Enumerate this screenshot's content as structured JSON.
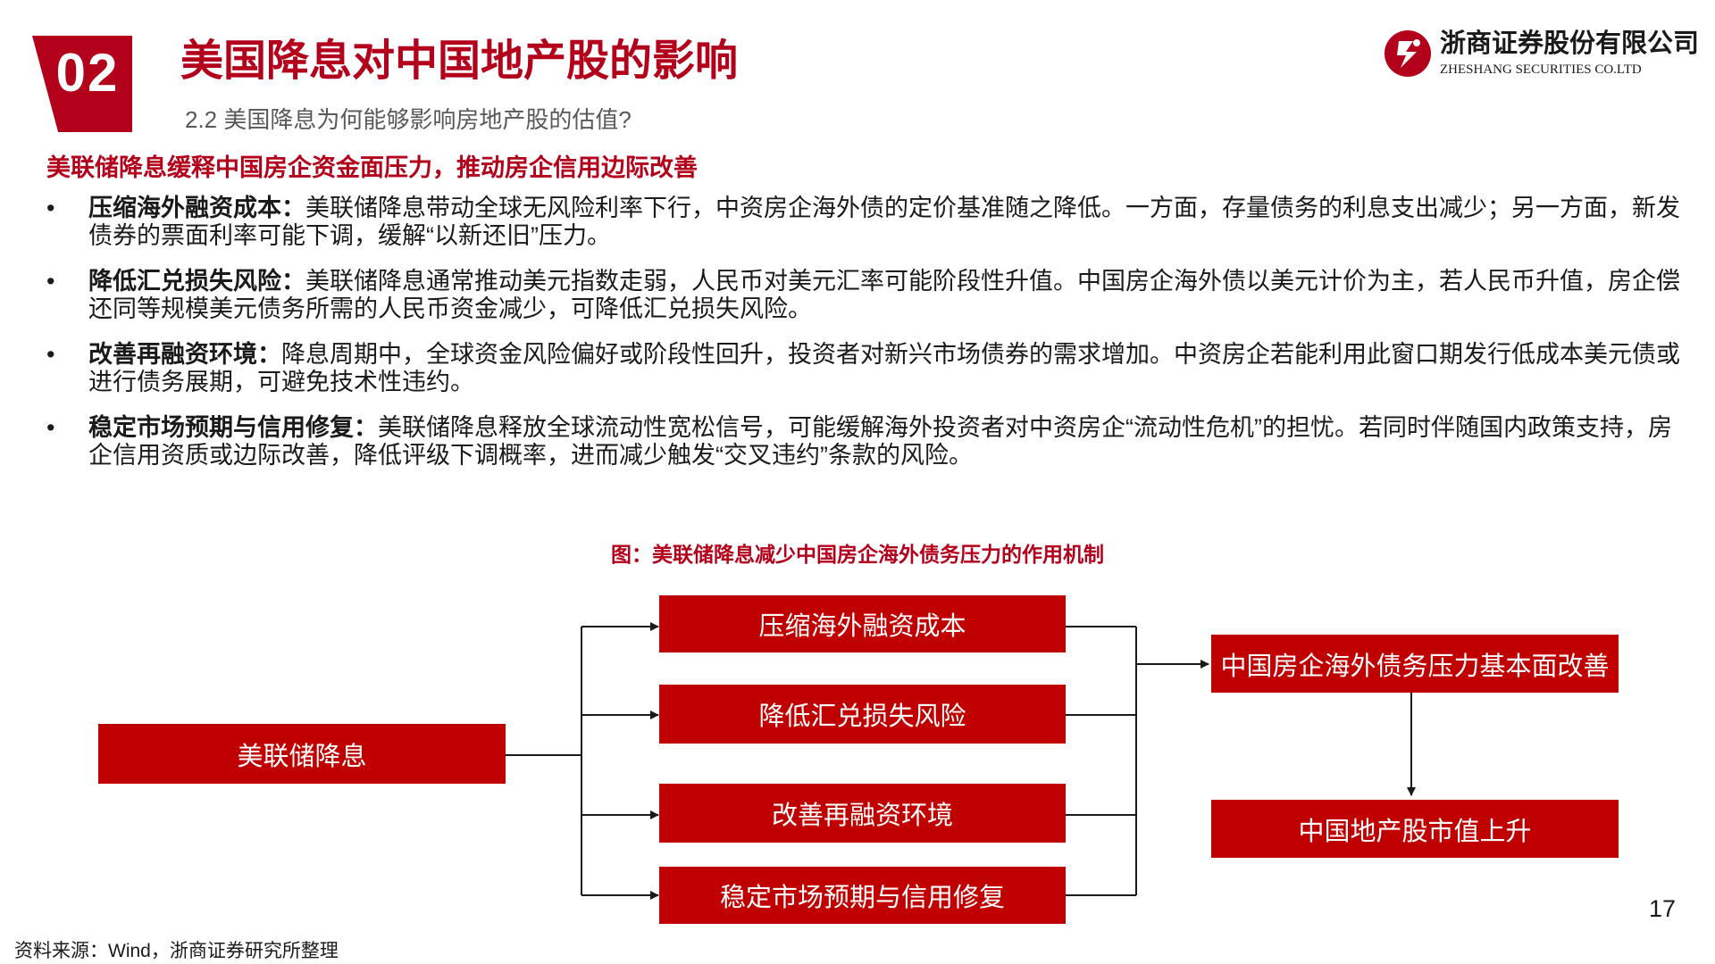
{
  "section": {
    "number": "02"
  },
  "title": "美国降息对中国地产股的影响",
  "subtitle": "2.2 美国降息为何能够影响房地产股的估值?",
  "logo": {
    "name_cn": "浙商证券股份有限公司",
    "name_en": "ZHESHANG SECURITIES CO.LTD",
    "brand_color": "#b3001b"
  },
  "headline": "美联储降息缓释中国房企资金面压力，推动房企信用边际改善",
  "bullet_marker": "•",
  "bullets": [
    {
      "head": "压缩海外融资成本：",
      "body": "美联储降息带动全球无风险利率下行，中资房企海外债的定价基准随之降低。一方面，存量债务的利息支出减少；另一方面，新发债券的票面利率可能下调，缓解“以新还旧”压力。"
    },
    {
      "head": "降低汇兑损失风险：",
      "body": "美联储降息通常推动美元指数走弱，人民币对美元汇率可能阶段性升值。中国房企海外债以美元计价为主，若人民币升值，房企偿还同等规模美元债务所需的人民币资金减少，可降低汇兑损失风险。"
    },
    {
      "head": "改善再融资环境：",
      "body": "降息周期中，全球资金风险偏好或阶段性回升，投资者对新兴市场债券的需求增加。中资房企若能利用此窗口期发行低成本美元债或进行债务展期，可避免技术性违约。"
    },
    {
      "head": "稳定市场预期与信用修复：",
      "body": "美联储降息释放全球流动性宽松信号，可能缓解海外投资者对中资房企“流动性危机”的担忧。若同时伴随国内政策支持，房企信用资质或边际改善，降低评级下调概率，进而减少触发“交叉违约”条款的风险。"
    }
  ],
  "figure": {
    "caption": "图：美联储降息减少中国房企海外债务压力的作用机制",
    "node_color": "#c00000",
    "source_node": "美联储降息",
    "channels": [
      "压缩海外融资成本",
      "降低汇兑损失风险",
      "改善再融资环境",
      "稳定市场预期与信用修复"
    ],
    "outcome": "中国房企海外债务压力基本面改善",
    "result": "中国地产股市值上升"
  },
  "page_number": "17",
  "source": "资料来源：Wind，浙商证券研究所整理"
}
